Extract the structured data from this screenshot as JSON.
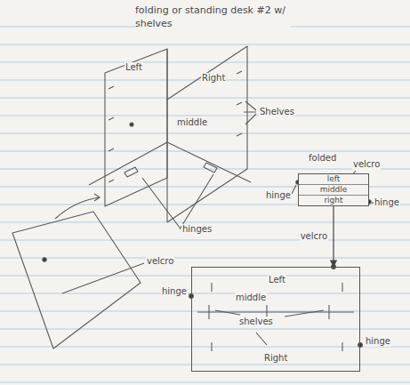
{
  "diagram": {
    "title": "folding or standing desk #2 w/ shelves",
    "nodes": [
      {
        "text": [
          "left",
          "middle",
          "right"
        ]
      },
      {
        "text": [
          "Left",
          "middle",
          "shelves",
          "Right"
        ]
      }
    ],
    "edges": [
      {
        "from": 0,
        "to": 1,
        "arrow": "to",
        "label": "velcro"
      }
    ],
    "labels": [
      "Left",
      "Right",
      "Shelves",
      "middle",
      "hinges",
      "velcro",
      "folded",
      "velcro",
      "hinge",
      "hinge",
      "hinge",
      "hinge"
    ]
  }
}
